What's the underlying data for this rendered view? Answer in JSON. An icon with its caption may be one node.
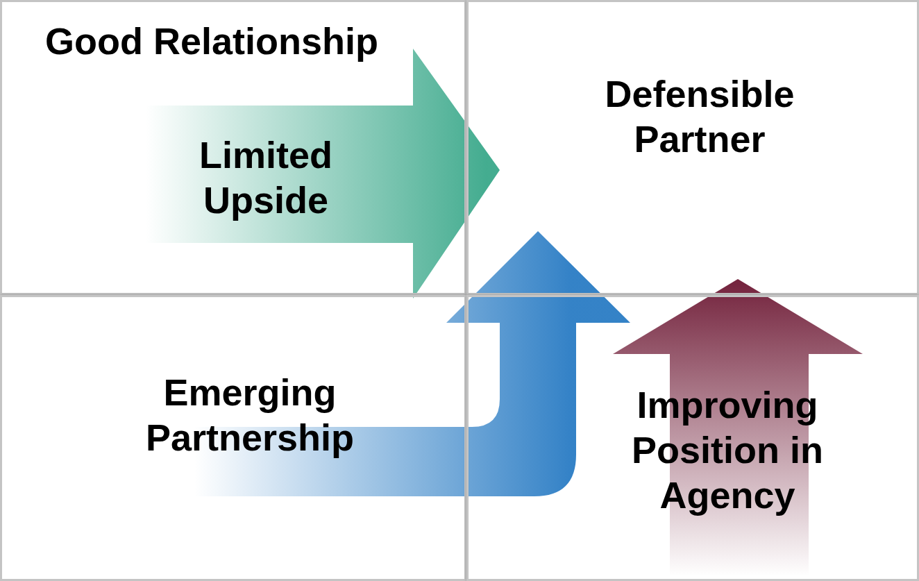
{
  "diagram": {
    "nodes": [
      {
        "text": [
          "Limited Upside"
        ]
      },
      {
        "text": [
          "Defensible Partner"
        ]
      },
      {
        "text": [
          "Emerging Partnership"
        ]
      },
      {
        "text": [
          "Improving Position in Agency"
        ]
      }
    ],
    "edges": [
      {
        "from": 0,
        "to": 1,
        "arrow": "to",
        "color": "#3aa88a"
      },
      {
        "from": 2,
        "to": 1,
        "arrow": "to",
        "color": "#2a7cc4"
      },
      {
        "from": 3,
        "to": 1,
        "arrow": "to",
        "color": "#6e1a35"
      }
    ],
    "labels": [
      "Good Relationship"
    ]
  }
}
